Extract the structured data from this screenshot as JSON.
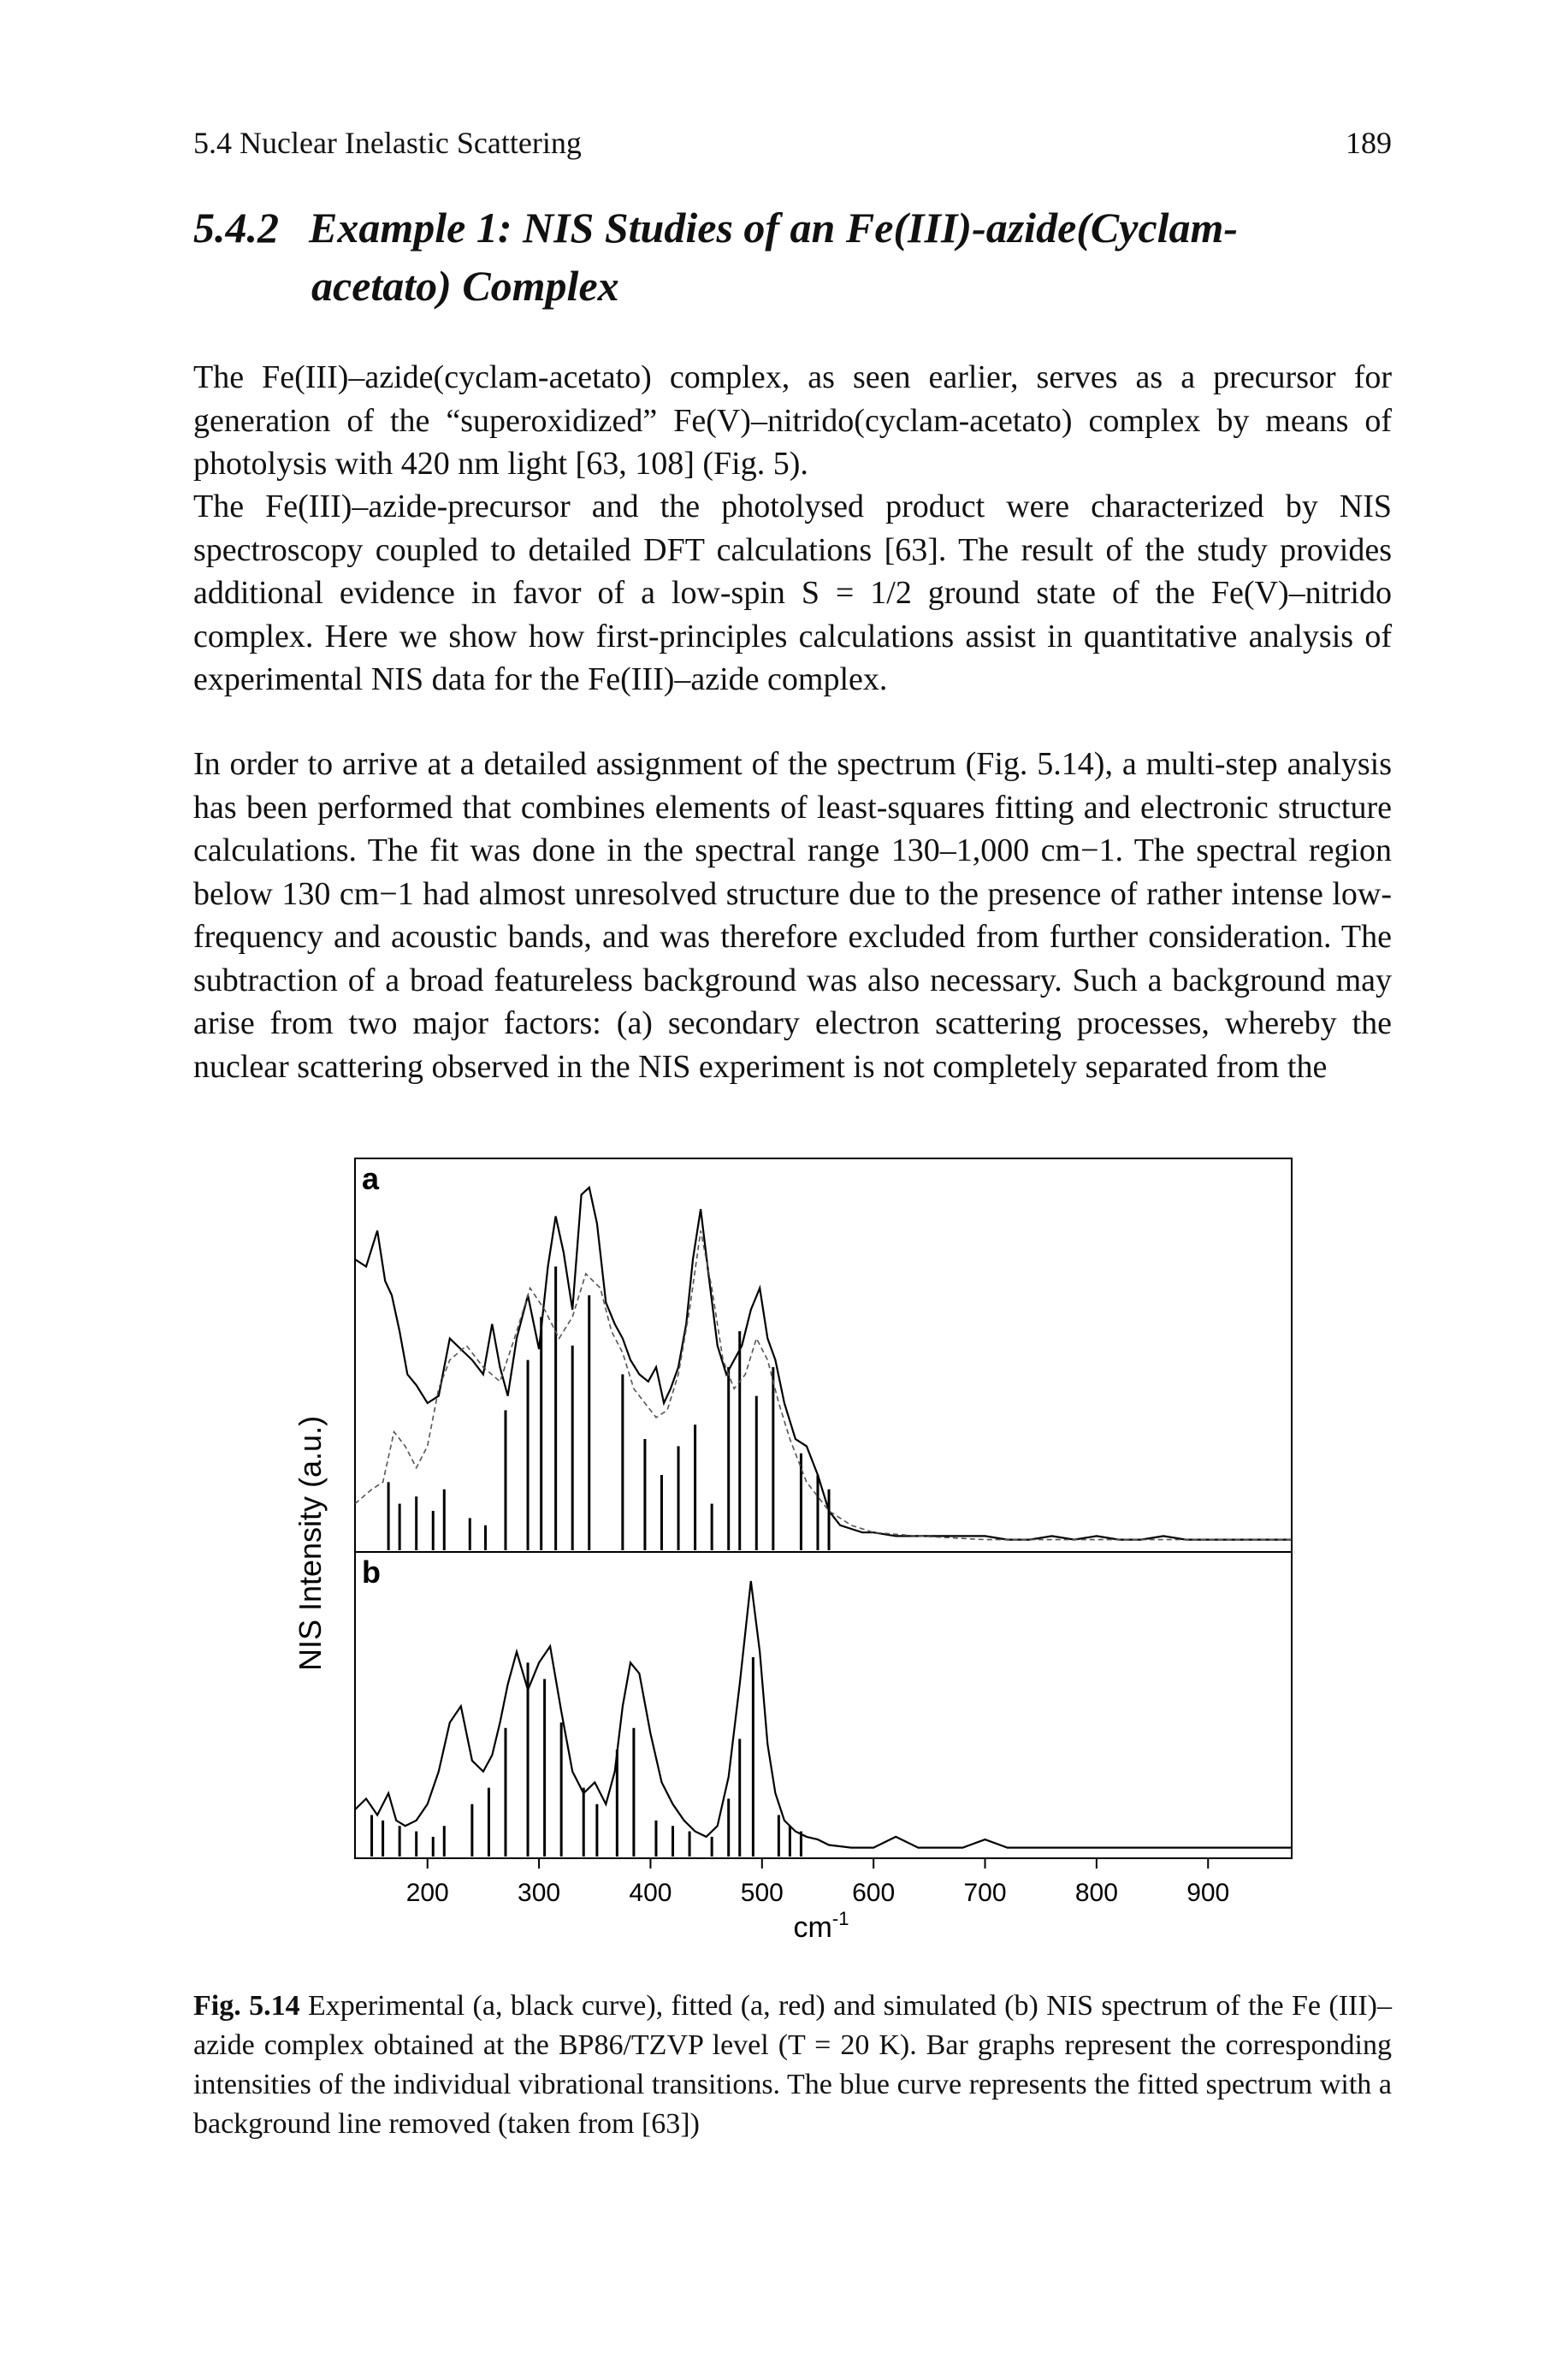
{
  "header": {
    "running_title": "5.4 Nuclear Inelastic Scattering",
    "page_number": "189"
  },
  "section": {
    "number": "5.4.2",
    "title_line1": "Example 1: NIS Studies of an Fe(III)-azide(Cyclam-",
    "title_line2": "acetato) Complex"
  },
  "paragraphs": [
    "The Fe(III)–azide(cyclam-acetato) complex, as seen earlier, serves as a precursor for generation of the “superoxidized” Fe(V)–nitrido(cyclam-acetato) complex by means of photolysis with 420 nm light [63, 108] (Fig. 5).",
    "The Fe(III)–azide-precursor and the photolysed product were characterized by NIS spectroscopy coupled to detailed DFT calculations [63]. The result of the study provides additional evidence in favor of a low-spin S = 1/2 ground state of the Fe(V)–nitrido complex. Here we show how first-principles calculations assist in quantitative analysis of experimental NIS data for the Fe(III)–azide complex.",
    "In order to arrive at a detailed assignment of the spectrum (Fig. 5.14), a multi-step analysis has been performed that combines elements of least-squares fitting and electronic structure calculations. The fit was done in the spectral range 130–1,000 cm−1. The spectral region below 130 cm−1 had almost unresolved structure due to the presence of rather intense low-frequency and acoustic bands, and was therefore excluded from further consideration. The subtraction of a broad featureless background was also necessary. Such a background may arise from two major factors: (a) secondary electron scattering processes, whereby the nuclear scattering observed in the NIS experiment is not completely separated from the"
  ],
  "figure": {
    "caption_label": "Fig. 5.14",
    "caption_text": " Experimental (a, black curve), fitted (a, red) and simulated (b) NIS spectrum of the Fe (III)–azide complex obtained at the BP86/TZVP level (T = 20 K). Bar graphs represent the corresponding intensities of the individual vibrational transitions. The blue curve represents the fitted spectrum with a background line removed (taken from [63])"
  },
  "chart_data": {
    "type": "line",
    "ylabel": "NIS Intensity (a.u.)",
    "xlabel": "cm-1",
    "xlim": [
      135,
      975
    ],
    "x_ticks": [
      "200",
      "300",
      "400",
      "500",
      "600",
      "700",
      "800",
      "900"
    ],
    "x_tick_values": [
      200,
      300,
      400,
      500,
      600,
      700,
      800,
      900
    ],
    "panels": [
      {
        "label": "a",
        "series": [
          {
            "role": "experimental",
            "color": "#000000",
            "x": [
              135,
              145,
              155,
              162,
              168,
              175,
              182,
              190,
              200,
              210,
              220,
              230,
              240,
              250,
              258,
              265,
              272,
              280,
              290,
              300,
              308,
              315,
              322,
              330,
              338,
              345,
              352,
              360,
              368,
              375,
              382,
              390,
              398,
              405,
              412,
              418,
              425,
              432,
              438,
              445,
              452,
              460,
              468,
              475,
              482,
              490,
              498,
              505,
              512,
              520,
              530,
              540,
              550,
              560,
              570,
              580,
              590,
              600,
              620,
              640,
              660,
              680,
              700,
              720,
              740,
              760,
              780,
              800,
              820,
              840,
              860,
              880,
              900,
              920,
              940,
              960,
              975
            ],
            "y": [
              0.8,
              0.78,
              0.88,
              0.74,
              0.7,
              0.6,
              0.48,
              0.45,
              0.4,
              0.42,
              0.58,
              0.55,
              0.52,
              0.48,
              0.62,
              0.5,
              0.42,
              0.58,
              0.7,
              0.55,
              0.78,
              0.92,
              0.82,
              0.66,
              0.98,
              1.0,
              0.9,
              0.68,
              0.62,
              0.58,
              0.52,
              0.48,
              0.46,
              0.5,
              0.4,
              0.44,
              0.5,
              0.62,
              0.8,
              0.94,
              0.76,
              0.56,
              0.48,
              0.52,
              0.56,
              0.66,
              0.72,
              0.58,
              0.52,
              0.4,
              0.3,
              0.28,
              0.2,
              0.1,
              0.06,
              0.05,
              0.04,
              0.04,
              0.03,
              0.03,
              0.03,
              0.03,
              0.03,
              0.02,
              0.02,
              0.03,
              0.02,
              0.03,
              0.02,
              0.02,
              0.03,
              0.02,
              0.02,
              0.02,
              0.02,
              0.02,
              0.02
            ]
          },
          {
            "role": "fitted",
            "color": "#555555",
            "x": [
              135,
              150,
              160,
              170,
              180,
              190,
              200,
              210,
              220,
              235,
              250,
              265,
              278,
              292,
              305,
              318,
              330,
              342,
              355,
              365,
              375,
              385,
              395,
              405,
              415,
              425,
              435,
              445,
              455,
              465,
              475,
              485,
              495,
              505,
              515,
              525,
              540,
              560,
              580,
              600,
              640,
              700,
              800,
              900,
              975
            ],
            "y": [
              0.12,
              0.16,
              0.18,
              0.32,
              0.28,
              0.22,
              0.28,
              0.44,
              0.52,
              0.56,
              0.5,
              0.46,
              0.58,
              0.72,
              0.66,
              0.58,
              0.64,
              0.76,
              0.72,
              0.6,
              0.54,
              0.44,
              0.4,
              0.36,
              0.38,
              0.48,
              0.66,
              0.88,
              0.72,
              0.52,
              0.44,
              0.48,
              0.58,
              0.52,
              0.4,
              0.3,
              0.18,
              0.1,
              0.06,
              0.04,
              0.03,
              0.02,
              0.02,
              0.02,
              0.02
            ]
          }
        ],
        "bars": {
          "x": [
            165,
            175,
            190,
            205,
            215,
            238,
            252,
            270,
            290,
            302,
            315,
            330,
            345,
            375,
            395,
            410,
            425,
            440,
            455,
            470,
            480,
            495,
            510,
            535,
            550,
            560
          ],
          "y": [
            0.18,
            0.12,
            0.14,
            0.1,
            0.16,
            0.08,
            0.06,
            0.38,
            0.52,
            0.64,
            0.78,
            0.56,
            0.7,
            0.48,
            0.3,
            0.2,
            0.28,
            0.34,
            0.12,
            0.5,
            0.6,
            0.42,
            0.5,
            0.26,
            0.2,
            0.16
          ]
        }
      },
      {
        "label": "b",
        "series": [
          {
            "role": "simulated",
            "color": "#000000",
            "x": [
              135,
              145,
              155,
              165,
              172,
              180,
              190,
              200,
              210,
              220,
              230,
              240,
              250,
              258,
              265,
              272,
              280,
              290,
              300,
              310,
              320,
              330,
              340,
              350,
              360,
              368,
              375,
              382,
              390,
              400,
              410,
              420,
              430,
              440,
              450,
              460,
              470,
              480,
              490,
              498,
              505,
              512,
              520,
              530,
              540,
              550,
              560,
              580,
              600,
              620,
              640,
              660,
              680,
              700,
              720,
              740,
              760,
              780,
              800,
              900,
              975
            ],
            "y": [
              0.16,
              0.2,
              0.14,
              0.22,
              0.12,
              0.1,
              0.12,
              0.18,
              0.3,
              0.48,
              0.54,
              0.34,
              0.3,
              0.36,
              0.48,
              0.62,
              0.74,
              0.6,
              0.7,
              0.76,
              0.52,
              0.3,
              0.22,
              0.26,
              0.18,
              0.3,
              0.54,
              0.7,
              0.66,
              0.44,
              0.26,
              0.18,
              0.12,
              0.08,
              0.06,
              0.1,
              0.28,
              0.62,
              1.0,
              0.74,
              0.4,
              0.22,
              0.12,
              0.08,
              0.06,
              0.05,
              0.03,
              0.02,
              0.02,
              0.06,
              0.02,
              0.02,
              0.02,
              0.05,
              0.02,
              0.02,
              0.02,
              0.02,
              0.02,
              0.02,
              0.02
            ]
          }
        ],
        "bars": {
          "x": [
            150,
            160,
            175,
            190,
            205,
            215,
            240,
            255,
            270,
            290,
            305,
            320,
            340,
            352,
            370,
            385,
            405,
            420,
            435,
            455,
            470,
            480,
            492,
            515,
            525,
            535
          ],
          "y": [
            0.14,
            0.12,
            0.1,
            0.08,
            0.06,
            0.1,
            0.18,
            0.24,
            0.46,
            0.7,
            0.64,
            0.48,
            0.24,
            0.18,
            0.38,
            0.46,
            0.12,
            0.1,
            0.08,
            0.06,
            0.2,
            0.42,
            0.72,
            0.14,
            0.1,
            0.08
          ]
        }
      }
    ]
  }
}
